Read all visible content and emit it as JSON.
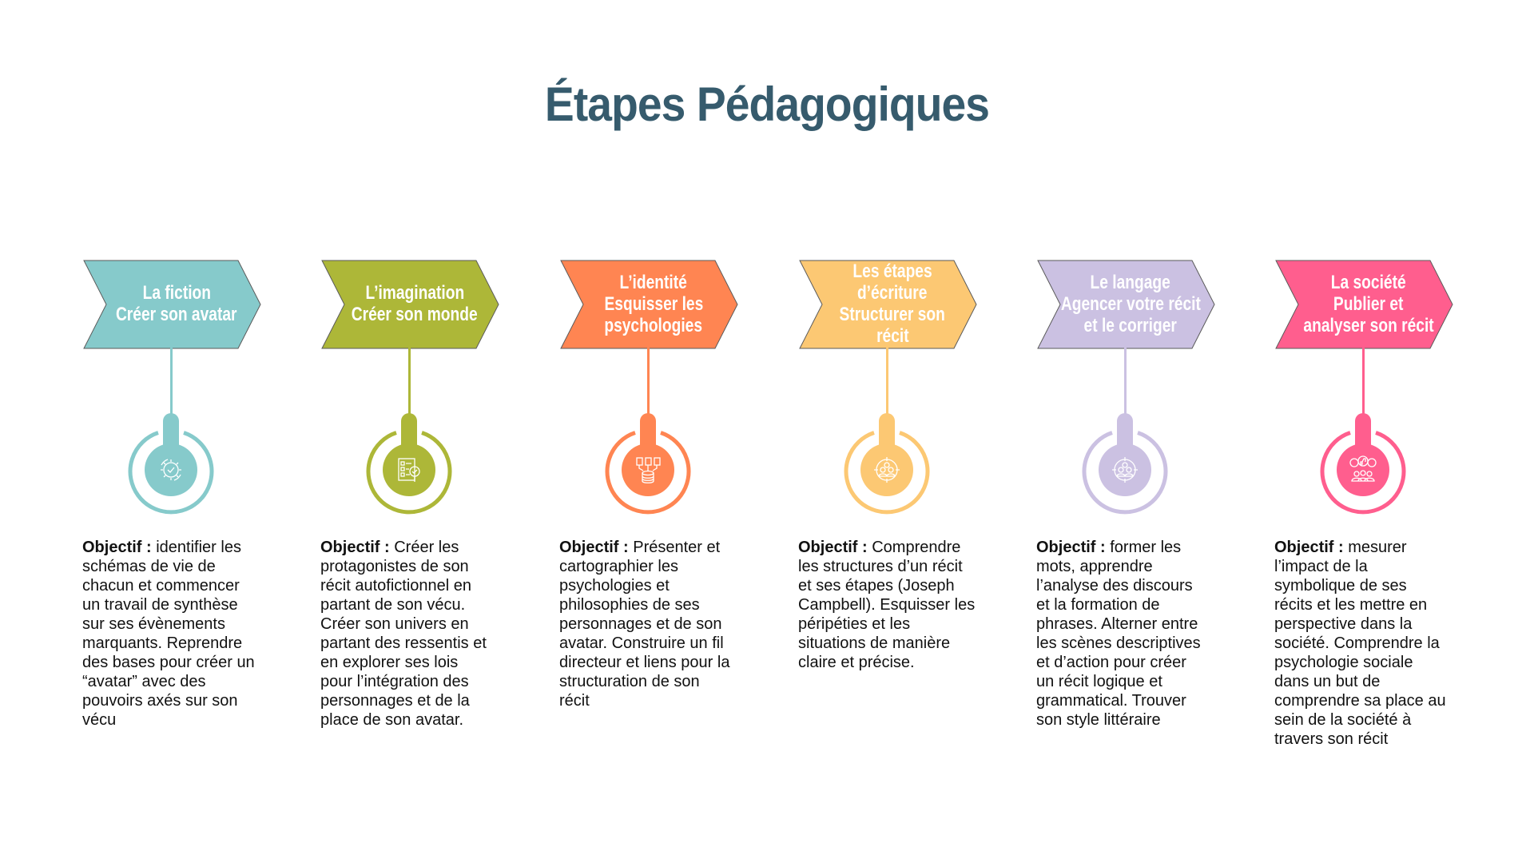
{
  "title": "Étapes Pédagogiques",
  "objective_label": "Objectif :",
  "steps": [
    {
      "color": "#86cacb",
      "icon": "gear-check-icon",
      "heading": [
        "La fiction",
        "Créer son avatar"
      ],
      "first": "identifier les",
      "lines": [
        "schémas de vie de",
        "chacun et commencer",
        "un travail de synthèse",
        "sur ses évènements",
        "marquants. Reprendre",
        "des bases pour créer un",
        "“avatar” avec des",
        "pouvoirs axés sur son",
        "vécu"
      ]
    },
    {
      "color": "#adb738",
      "icon": "checklist-search-icon",
      "heading": [
        "L’imagination",
        "Créer son monde"
      ],
      "first": "Créer les",
      "lines": [
        "protagonistes de son",
        "récit autofictionnel en",
        "partant de son vécu.",
        "Créer son univers en",
        "partant des ressentis et",
        "en explorer ses lois",
        "pour l’intégration des",
        "personnages et de la",
        "place de son avatar."
      ]
    },
    {
      "color": "#ff8552",
      "icon": "documents-database-icon",
      "heading": [
        "L’identité",
        "Esquisser les",
        "psychologies"
      ],
      "first": "Présenter et",
      "lines": [
        "cartographier les",
        "psychologies et",
        "philosophies de ses",
        "personnages et de son",
        "avatar. Construire un fil",
        "directeur et liens pour la",
        "structuration de son",
        "récit"
      ]
    },
    {
      "color": "#fcc873",
      "icon": "target-group-icon",
      "heading": [
        "Les étapes",
        "d’écriture",
        "Structurer son",
        "récit"
      ],
      "first": "Comprendre",
      "lines": [
        "les structures d’un récit",
        "et ses étapes (Joseph",
        "Campbell). Esquisser les",
        "péripéties et les",
        "situations de manière",
        "claire et précise."
      ]
    },
    {
      "color": "#cbc1e2",
      "icon": "target-group-icon",
      "heading": [
        "Le langage",
        "Agencer votre récit",
        "et le corriger"
      ],
      "first": "former les",
      "lines": [
        "mots, apprendre",
        "l’analyse des discours",
        "et la formation de",
        "phrases. Alterner entre",
        "les scènes descriptives",
        "et d’action pour créer",
        "un récit logique et",
        "grammatical. Trouver",
        "son style littéraire"
      ]
    },
    {
      "color": "#ff5e8e",
      "icon": "social-community-icon",
      "heading": [
        "La société",
        "Publier et",
        "analyser son récit"
      ],
      "first": "mesurer",
      "lines": [
        "l’impact de la",
        "symbolique de ses",
        "récits et les mettre en",
        "perspective dans la",
        "société. Comprendre la",
        "psychologie sociale",
        "dans un but de",
        "comprendre sa place au",
        "sein de la société à",
        "travers son récit"
      ]
    }
  ]
}
